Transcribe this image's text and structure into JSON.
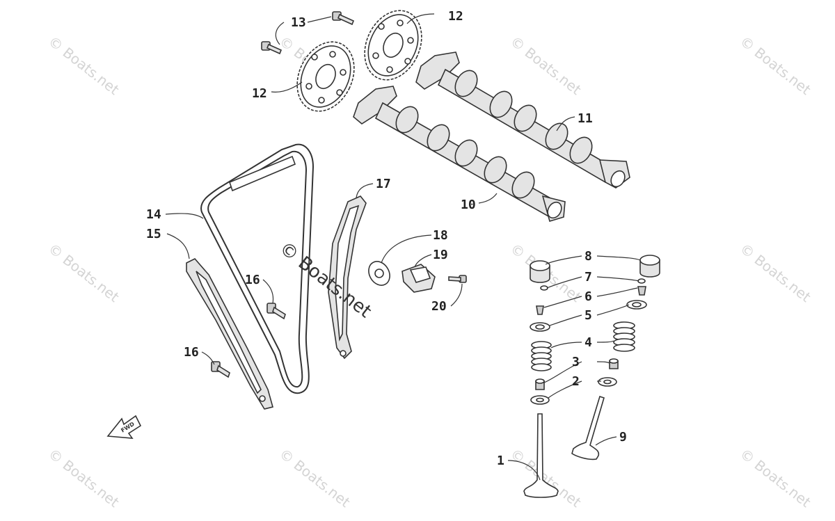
{
  "watermark_text": "© Boats.net",
  "fwd_label": "FWD",
  "callouts": {
    "c1": "1",
    "c2": "2",
    "c3": "3",
    "c4": "4",
    "c5": "5",
    "c6": "6",
    "c7": "7",
    "c8": "8",
    "c9": "9",
    "c10": "10",
    "c11": "11",
    "c12a": "12",
    "c12b": "12",
    "c13": "13",
    "c14": "14",
    "c15": "15",
    "c16a": "16",
    "c16b": "16",
    "c17": "17",
    "c18": "18",
    "c19": "19",
    "c20": "20"
  },
  "colors": {
    "line": "#333333",
    "watermark": "#d4d4d4",
    "fill": "#e4e4e4"
  }
}
